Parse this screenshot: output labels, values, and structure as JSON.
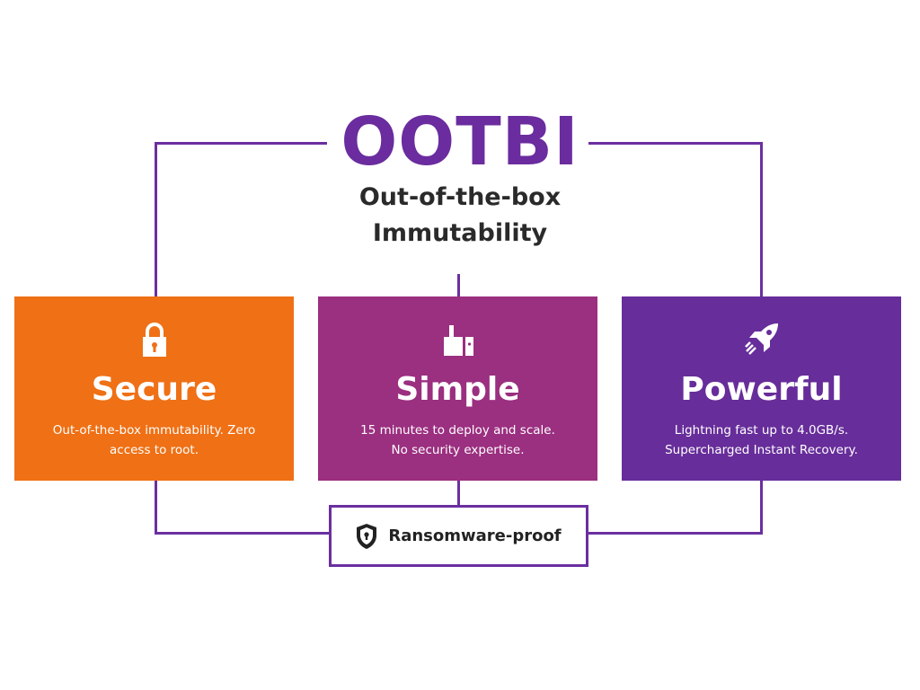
{
  "header": {
    "title": "OOTBI",
    "subtitle_line1": "Out-of-the-box",
    "subtitle_line2": "Immutability"
  },
  "cards": [
    {
      "title": "Secure",
      "line1": "Out-of-the-box immutability. Zero",
      "line2": "access to root.",
      "icon": "lock-icon",
      "color": "#ef7015"
    },
    {
      "title": "Simple",
      "line1": "15 minutes to deploy and scale.",
      "line2": "No security expertise.",
      "icon": "thumbs-up-icon",
      "color": "#9b2f80"
    },
    {
      "title": "Powerful",
      "line1": "Lightning fast up to 4.0GB/s.",
      "line2": "Supercharged Instant Recovery.",
      "icon": "rocket-icon",
      "color": "#672d9a"
    }
  ],
  "footer": {
    "label": "Ransomware-proof",
    "icon": "shield-icon"
  }
}
